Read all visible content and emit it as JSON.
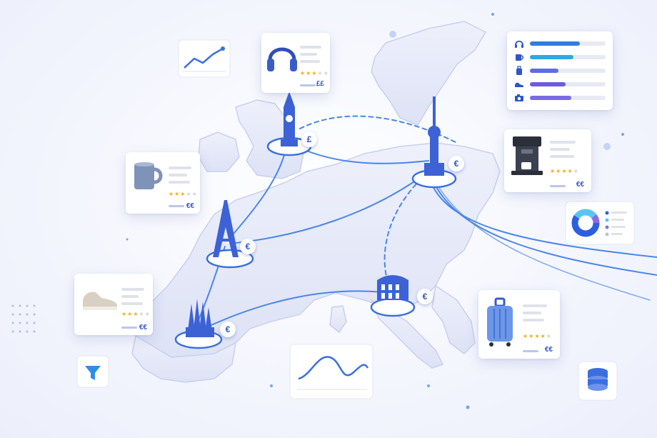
{
  "currency": {
    "london": "£",
    "paris": "€",
    "berlin": "€",
    "rome": "€",
    "barcelona": "€"
  },
  "prices": {
    "headphones": "££",
    "mug": "€€",
    "coffee_machine": "€€",
    "sneaker": "€€",
    "suitcase": "€€"
  },
  "ratings": {
    "headphones": 3,
    "mug": 3,
    "coffee_machine": 4,
    "sneaker": 3,
    "suitcase": 4
  },
  "bar_list": [
    {
      "icon": "headphones-icon",
      "fraction": 0.66,
      "color": "#2f7de0"
    },
    {
      "icon": "mug-icon",
      "fraction": 0.58,
      "color": "#2fa8e6"
    },
    {
      "icon": "suitcase-icon",
      "fraction": 0.38,
      "color": "#5c6fe0"
    },
    {
      "icon": "sneaker-icon",
      "fraction": 0.47,
      "color": "#6d5ce0"
    },
    {
      "icon": "camera-icon",
      "fraction": 0.55,
      "color": "#7b6ae6"
    }
  ],
  "colors": {
    "accent": "#2f56c9",
    "map_land": "#dfe3f6",
    "route": "#3f7fe6"
  }
}
